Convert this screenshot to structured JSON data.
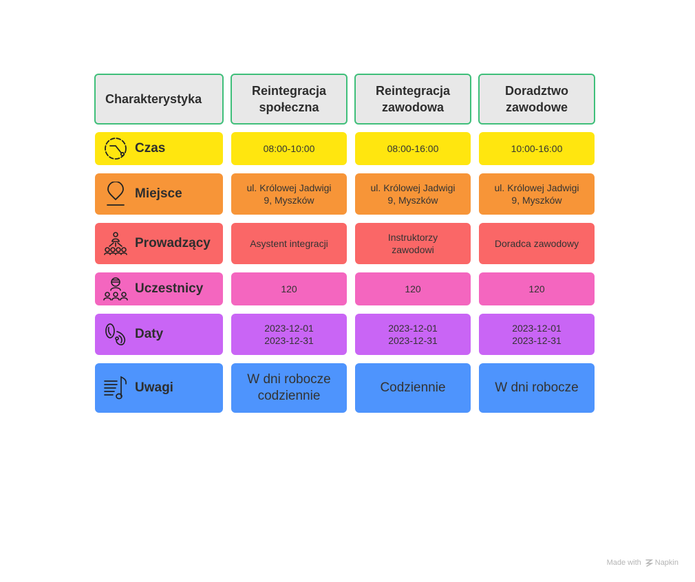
{
  "header": {
    "col0": "Charakterystyka",
    "col1": "Reintegracja\nspołeczna",
    "col2": "Reintegracja\nzawodowa",
    "col3": "Doradztwo\nzawodowe"
  },
  "rows": [
    {
      "label": "Czas",
      "icon": "clock-icon",
      "color": "#ffe60f",
      "values": [
        "08:00-10:00",
        "08:00-16:00",
        "10:00-16:00"
      ]
    },
    {
      "label": "Miejsce",
      "icon": "location-pin-icon",
      "color": "#f79538",
      "values": [
        "ul. Królowej Jadwigi\n9, Myszków",
        "ul. Królowej Jadwigi\n9, Myszków",
        "ul. Królowej Jadwigi\n9, Myszków"
      ]
    },
    {
      "label": "Prowadzący",
      "icon": "presenter-icon",
      "color": "#fa6767",
      "values": [
        "Asystent integracji",
        "Instruktorzy\nzawodowi",
        "Doradca zawodowy"
      ]
    },
    {
      "label": "Uczestnicy",
      "icon": "participants-icon",
      "color": "#f466bf",
      "values": [
        "120",
        "120",
        "120"
      ]
    },
    {
      "label": "Daty",
      "icon": "dates-icon",
      "color": "#c965f5",
      "values": [
        "2023-12-01\n2023-12-31",
        "2023-12-01\n2023-12-31",
        "2023-12-01\n2023-12-31"
      ]
    },
    {
      "label": "Uwagi",
      "icon": "notes-icon",
      "color": "#4e94fd",
      "values": [
        "W dni robocze\ncodziennie",
        "Codziennie",
        "W dni robocze"
      ]
    }
  ],
  "footer": {
    "made_with": "Made with",
    "brand": "Napkin"
  }
}
